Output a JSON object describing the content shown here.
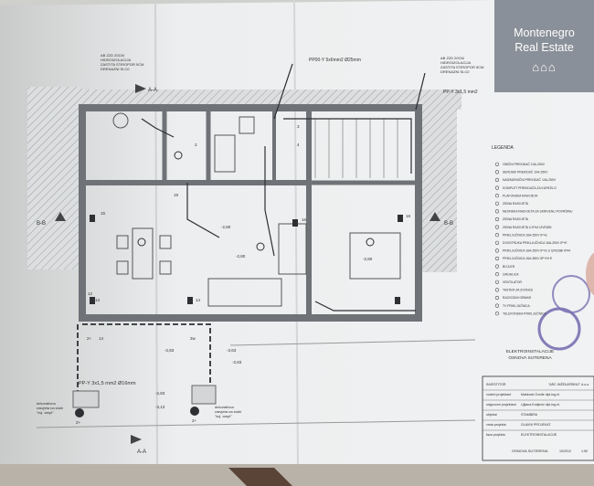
{
  "watermark": {
    "line1": "Montenegro",
    "line2": "Real Estate",
    "icon": "three-houses-icon"
  },
  "plan": {
    "note_top_left": [
      "AB Z2D 20CM",
      "HIDROIZOLACIJA",
      "ZASTITA STIROPOR 5CM",
      "DRENAZNI SLOJ"
    ],
    "note_top_right": [
      "AB Z2D 20CM",
      "HIDROIZOLACIJA",
      "ZASTITA STIROPOR 5CM",
      "DRENAZNI SLOJ"
    ],
    "cable_label_top": "PP00-Y 5x6mm2 Ø25mm",
    "cable_label_right": "PP-Y 3x1,5 mm2",
    "cable_label_terrace": "PP-Y  3x1,5  mm2  Ø16mm",
    "section_aa": "A-A",
    "section_bb": "B-B",
    "levels": [
      "-2,80",
      "-2,80",
      "-2,80",
      "-2,83",
      "-2,83",
      "-3,13",
      "-3,63",
      "-2,83"
    ],
    "lamp_label_left": [
      "dekorativna",
      "rasvjeta na stubi",
      "\"svj. ampl\""
    ],
    "lamp_label_right": [
      "dekorativna",
      "rasvjeta na stubi",
      "\"svj. ampl\""
    ],
    "circuit_numbers": [
      "15",
      "16",
      "18",
      "12",
      "13",
      "14",
      "19",
      "3",
      "4",
      "2",
      "2+",
      "14",
      "2w",
      "2+",
      "2+"
    ],
    "sheet_title": [
      "ELEKTROINSTALACIJE",
      "OSNOVA SUTERENA"
    ]
  },
  "legend": {
    "title": "LEGENDA",
    "items": [
      "OBIČNI PREKIDAČ 10A-250V",
      "SERIJSKI PREKIDAČ 10A-250V",
      "NAIZMJENIČNI PREKIDAČ 10A-250V",
      "KOMPLET PREKIDAČA ZA KUPATILO",
      "PLAFONSKA RASVJETA",
      "ZIDNA RASVJETA",
      "NEONSKA RASVJETA ZA SKRIVENU POVRŠINU",
      "ZIDNA RASVJETA",
      "ZIDNA RASVJETA U IP44 IZVEDBI",
      "PRIKLJUČNICA 16A-250V IP+E",
      "DVOSTRUKA PRIKLJUČNICA 16A-250V IP+E",
      "PRIKLJUČNICA 16A-250V IP+E U IZVEDBI IP44",
      "PRIKLJUČNICA 16A-380V 5P+N+E",
      "BOJLER",
      "GRIJALICA",
      "VENTILATOR",
      "TASTER ZA ZVONCE",
      "RAZVODNI ORMAR",
      "TV PRIKLJUČNICA",
      "TELEFONSKA PRIKLJUČNICA"
    ]
  },
  "title_block": {
    "firm": "INVESTITOR",
    "client": "\"ARC INŽENJERING\" d.o.o.",
    "rows": [
      {
        "label": "vodeći projektant",
        "value": "Mašković Dorđe dipl.ing.el."
      },
      {
        "label": "odgovorni projektant",
        "value": "Ljiljana Kraljević dipl.ing.el."
      },
      {
        "label": "objekat",
        "value": "STAMBENI"
      },
      {
        "label": "vrsta projekta",
        "value": "GLAVNI PROJEKAT"
      },
      {
        "label": "faza projekta",
        "value": "ELEKTROINSTALACIJE"
      }
    ],
    "sheet": "OSNOVA SUTERENA",
    "date": "10/2012",
    "scale": "1:50"
  },
  "colors": {
    "paper": "#eef0f1",
    "ink": "#2d2f33",
    "wall": "#6f7276",
    "watermark": "#8a9099",
    "stamp": "#7a6fb3"
  }
}
